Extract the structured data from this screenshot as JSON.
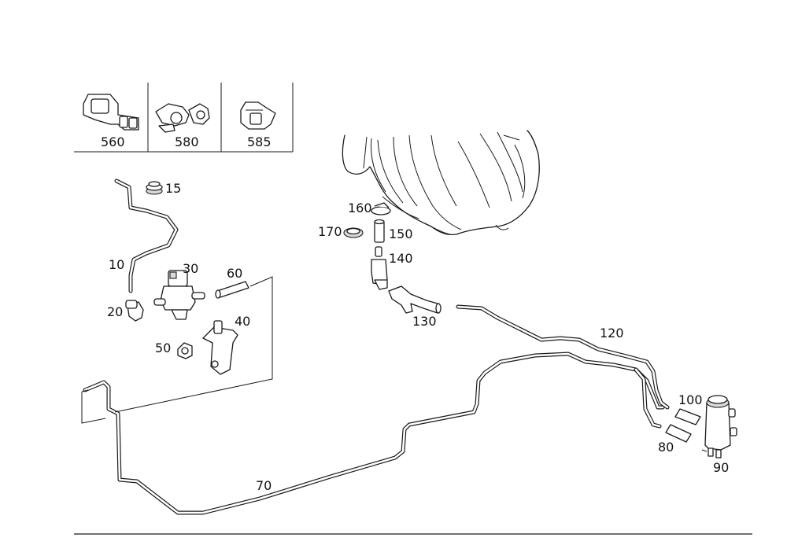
{
  "clip_panel": {
    "items": [
      {
        "label": "560",
        "icon": "clip-560-icon"
      },
      {
        "label": "580",
        "icon": "clip-580-icon"
      },
      {
        "label": "585",
        "icon": "clip-585-icon"
      }
    ]
  },
  "labels": {
    "p10": "10",
    "p15": "15",
    "p20": "20",
    "p30": "30",
    "p40": "40",
    "p50": "50",
    "p60": "60",
    "p70": "70",
    "p80": "80",
    "p90": "90",
    "p100": "100",
    "p120": "120",
    "p130": "130",
    "p140": "140",
    "p150": "150",
    "p160": "160",
    "p170": "170"
  }
}
